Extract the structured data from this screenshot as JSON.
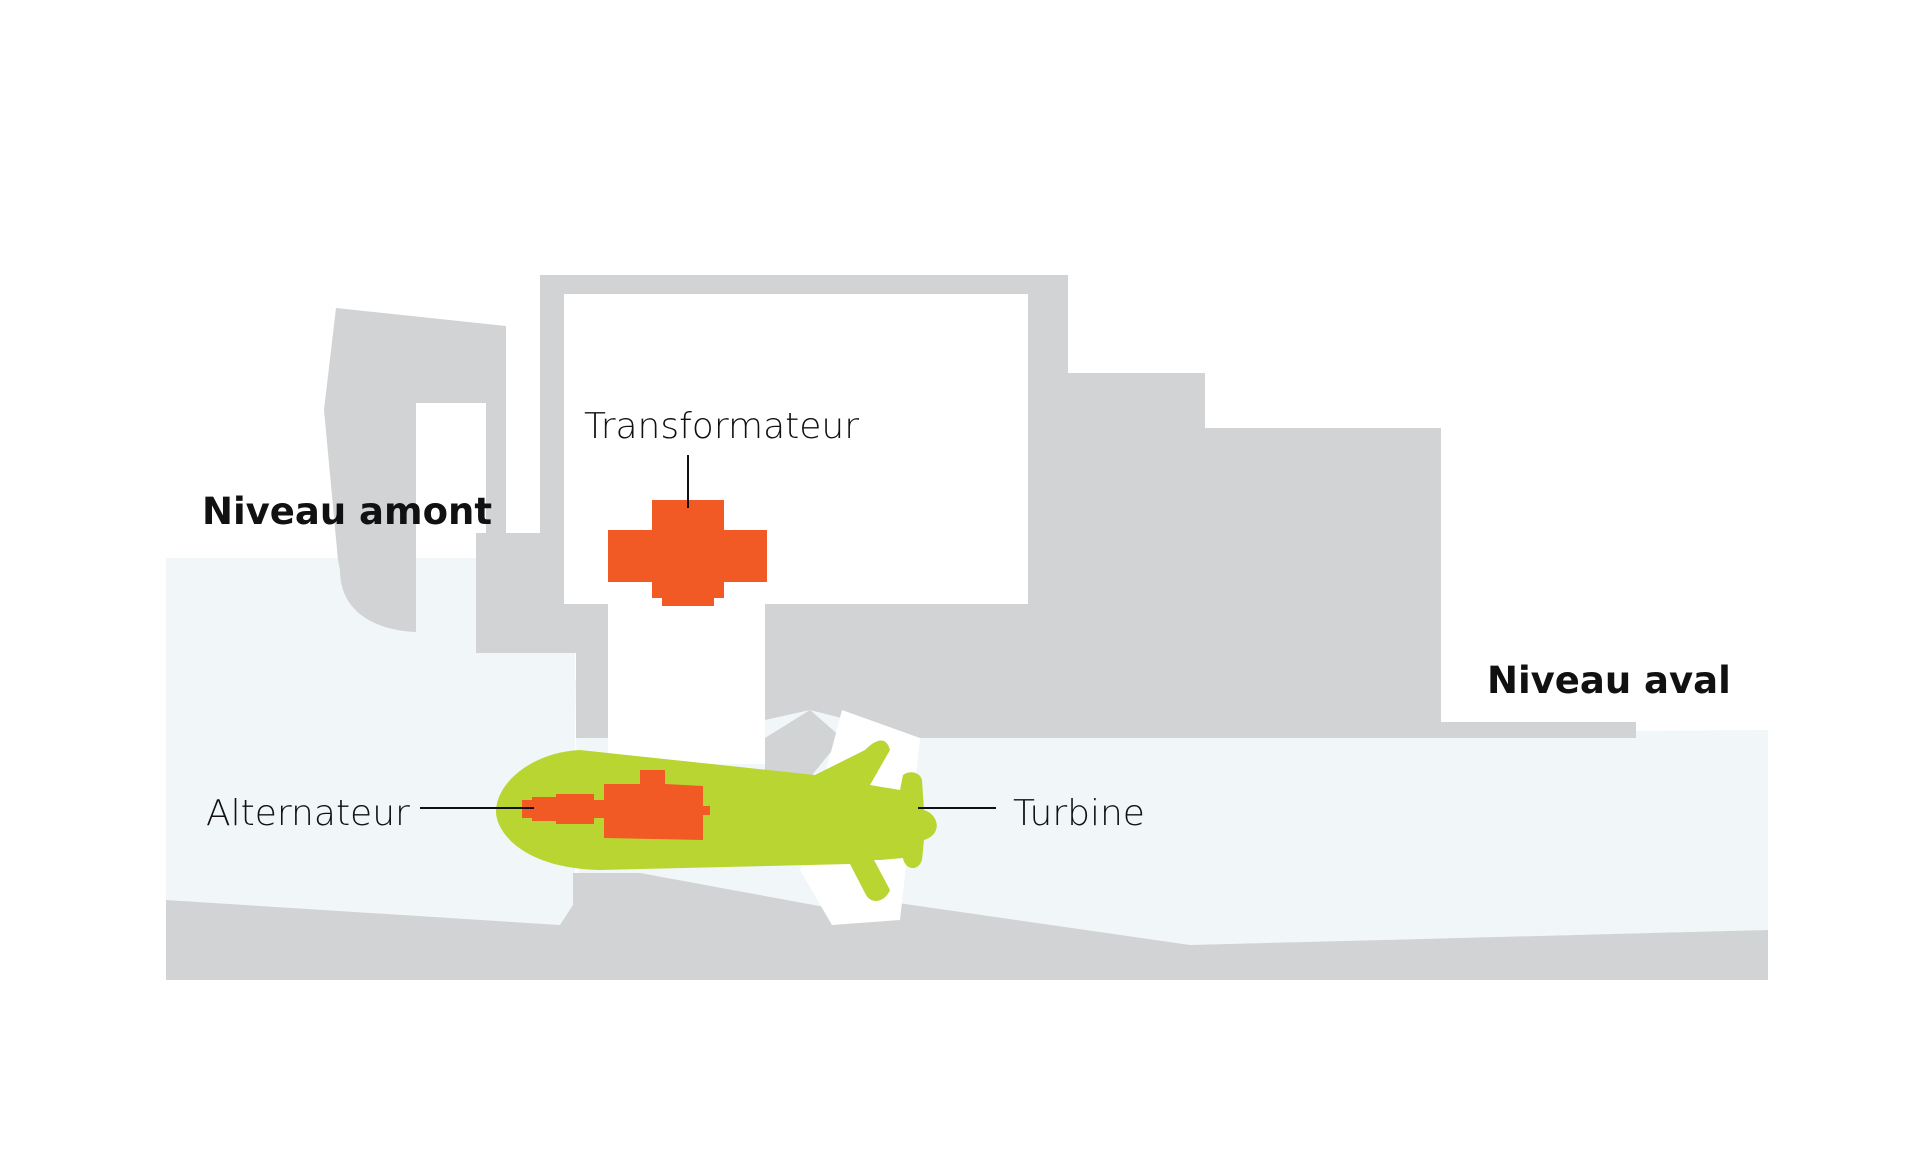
{
  "labels": {
    "upstream_level": "Niveau amont",
    "downstream_level": "Niveau aval",
    "transformer": "Transformateur",
    "alternator": "Alternateur",
    "turbine": "Turbine"
  },
  "colors": {
    "background": "#ffffff",
    "concrete": "#d1d3d4",
    "water": "#f1f6f9",
    "turbine_housing": "#b9d531",
    "equipment": "#f15a24",
    "text": "#111111"
  }
}
